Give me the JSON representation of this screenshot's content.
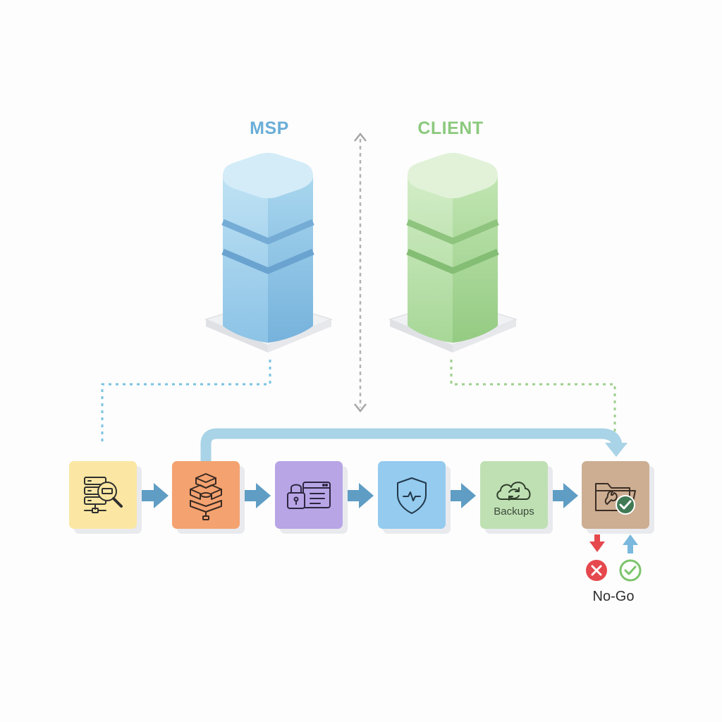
{
  "labels": {
    "msp": "MSP",
    "client": "CLIENT",
    "backups": "Backups",
    "no_go": "No-Go"
  },
  "colors": {
    "msp": "#6aaed8",
    "client": "#8cc97e",
    "step_discovery": "#fbe7a3",
    "step_infrastructure": "#f4a270",
    "step_access": "#b7a5e6",
    "step_security": "#94cbef",
    "step_backups": "#bfe0b3",
    "step_validation": "#cdae93",
    "flow_arrow": "#5f9dc4",
    "feedback_loop": "#a9d3e6",
    "no_go": "#e5484d",
    "go": "#7cc46c"
  },
  "steps": [
    {
      "id": "discovery",
      "icon": "server-search-icon"
    },
    {
      "id": "infrastructure",
      "icon": "server-stack-icon"
    },
    {
      "id": "access",
      "icon": "lock-window-icon"
    },
    {
      "id": "security",
      "icon": "shield-icon"
    },
    {
      "id": "backups",
      "icon": "cloud-sync-icon"
    },
    {
      "id": "validation",
      "icon": "folder-check-icon"
    }
  ]
}
